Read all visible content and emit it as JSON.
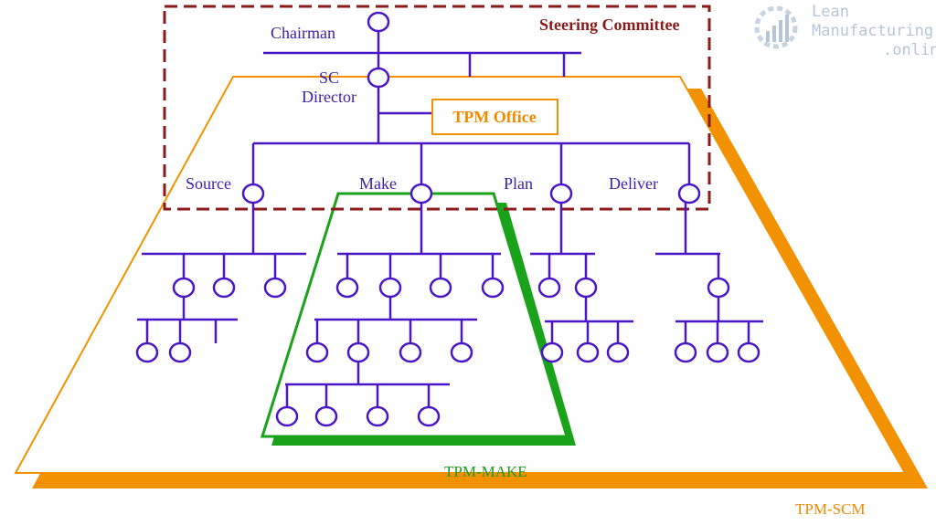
{
  "steering_committee": {
    "label": "Steering Committee"
  },
  "chairman": {
    "label": "Chairman"
  },
  "sc_director": {
    "line1": "SC",
    "line2": "Director"
  },
  "tpm_office": {
    "label": "TPM Office"
  },
  "departments": {
    "source": "Source",
    "make": "Make",
    "plan": "Plan",
    "deliver": "Deliver"
  },
  "tpm_make": {
    "label": "TPM-MAKE"
  },
  "tpm_scm": {
    "label": "TPM-SCM"
  },
  "watermark": {
    "line1": "Lean",
    "line2": "Manufacturing",
    "line3": ".online"
  },
  "colors": {
    "org_lines": "#4b16c6",
    "steering_border": "#8b1a1a",
    "tpm_scm": "#f39200",
    "tpm_make": "#1aa31a",
    "watermark": "#b7c6d6"
  }
}
